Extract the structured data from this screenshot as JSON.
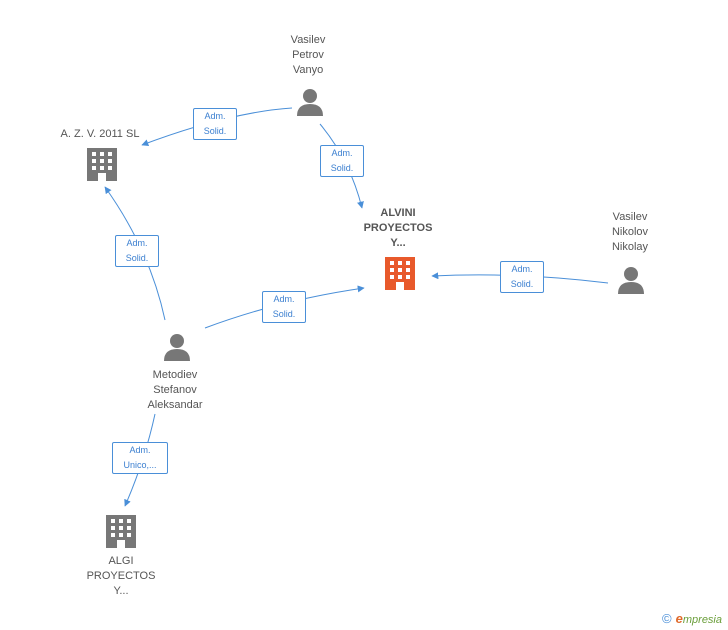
{
  "nodes": {
    "vasilev_petrov": {
      "lines": [
        "Vasilev",
        "Petrov",
        "Vanyo"
      ],
      "icon": "person-icon"
    },
    "az_v_2011": {
      "lines": [
        "A.  Z. V. 2011 SL"
      ],
      "icon": "building-icon"
    },
    "alvini": {
      "lines": [
        "ALVINI",
        "PROYECTOS",
        "Y..."
      ],
      "icon": "building-icon",
      "color": "#e8592b"
    },
    "vasilev_nikolov": {
      "lines": [
        "Vasilev",
        "Nikolov",
        "Nikolay"
      ],
      "icon": "person-icon"
    },
    "metodiev": {
      "lines": [
        "Metodiev",
        "Stefanov",
        "Aleksandar"
      ],
      "icon": "person-icon"
    },
    "algi": {
      "lines": [
        "ALGI",
        "PROYECTOS",
        "Y..."
      ],
      "icon": "building-icon"
    }
  },
  "edges": [
    {
      "from": "vasilev_petrov",
      "to": "az_v_2011",
      "label": [
        "Adm.",
        "Solid."
      ]
    },
    {
      "from": "vasilev_petrov",
      "to": "alvini",
      "label": [
        "Adm.",
        "Solid."
      ]
    },
    {
      "from": "metodiev",
      "to": "az_v_2011",
      "label": [
        "Adm.",
        "Solid."
      ]
    },
    {
      "from": "metodiev",
      "to": "alvini",
      "label": [
        "Adm.",
        "Solid."
      ]
    },
    {
      "from": "vasilev_nikolov",
      "to": "alvini",
      "label": [
        "Adm.",
        "Solid."
      ]
    },
    {
      "from": "metodiev",
      "to": "algi",
      "label": [
        "Adm.",
        "Unico,..."
      ]
    }
  ],
  "brand": {
    "symbol": "©",
    "name_first": "e",
    "name_rest": "mpresia"
  },
  "colors": {
    "edge": "#4a8fd8",
    "node_gray": "#777777",
    "main_node": "#e8592b"
  }
}
